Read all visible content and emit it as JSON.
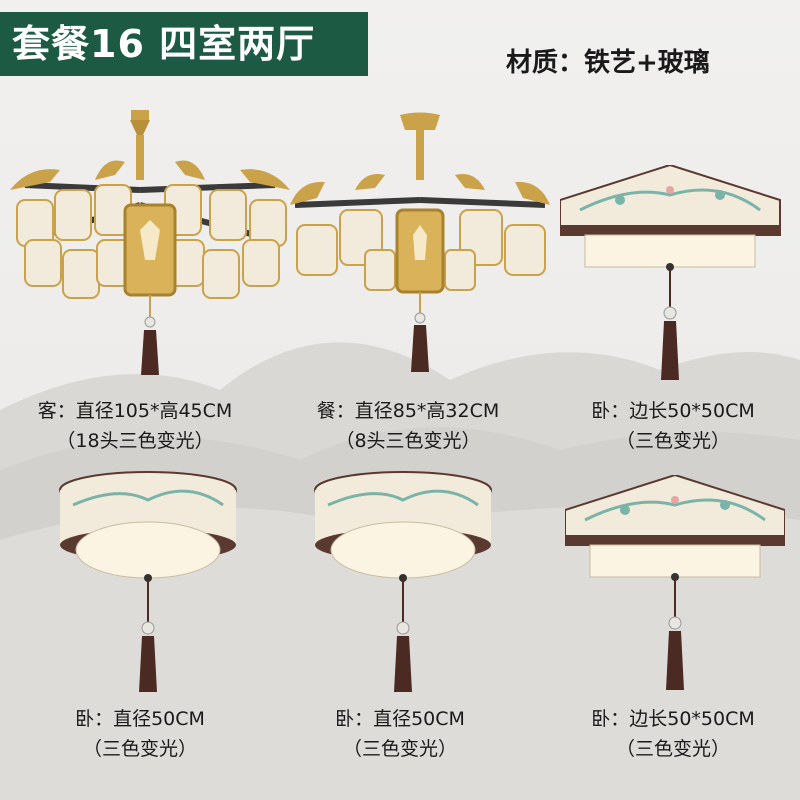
{
  "header": {
    "package_title": "套餐16 四室两厅",
    "material": "材质：铁艺+玻璃"
  },
  "colors": {
    "badge": "#1d5a43",
    "gold": "#c9a24a",
    "tassel": "#4a2a22",
    "shade": "#f2ebdc",
    "blossom": "#7ab4a8"
  },
  "products": [
    {
      "line1": "客：直径105*高45CM",
      "line2": "（18头三色变光）"
    },
    {
      "line1": "餐：直径85*高32CM",
      "line2": "（8头三色变光）"
    },
    {
      "line1": "卧：边长50*50CM",
      "line2": "（三色变光）"
    },
    {
      "line1": "卧：直径50CM",
      "line2": "（三色变光）"
    },
    {
      "line1": "卧：直径50CM",
      "line2": "（三色变光）"
    },
    {
      "line1": "卧：边长50*50CM",
      "line2": "（三色变光）"
    }
  ]
}
